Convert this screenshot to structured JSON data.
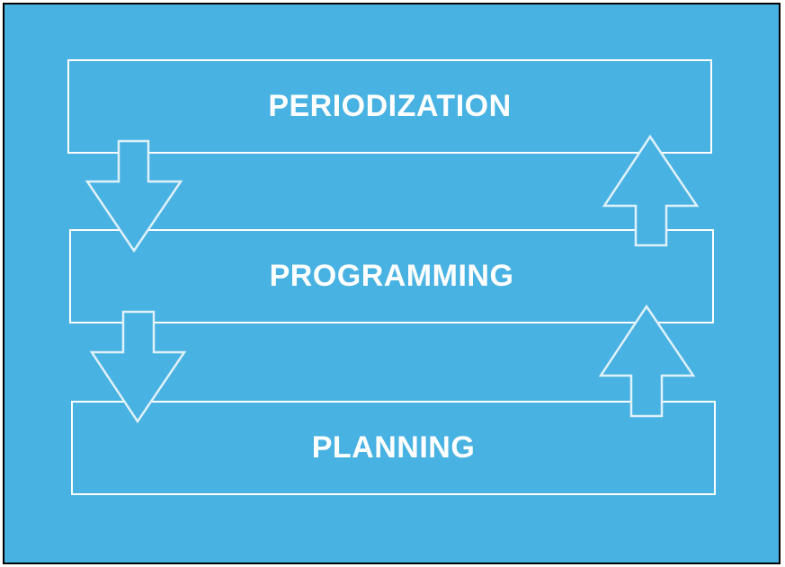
{
  "diagram": {
    "stages": [
      {
        "label": "PERIODIZATION"
      },
      {
        "label": "PROGRAMMING"
      },
      {
        "label": "PLANNING"
      }
    ],
    "colors": {
      "background": "#48b2e2",
      "stroke": "#ffffff",
      "border": "#000000"
    }
  }
}
